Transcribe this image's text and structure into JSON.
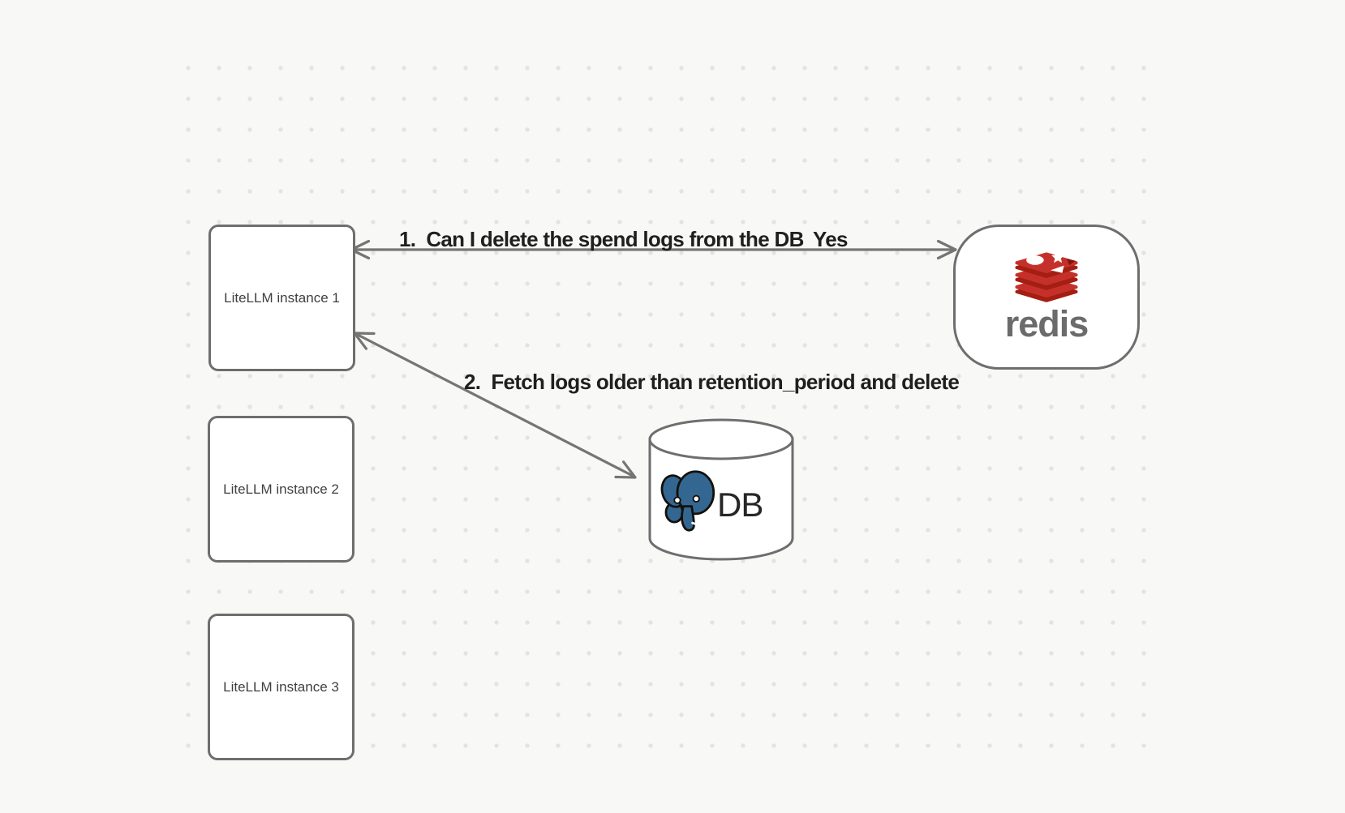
{
  "canvas": {
    "background": "#F8F8F6",
    "dot_color": "#E3E3E1",
    "stroke_gray": "#6E6E6E",
    "label_color": "#1F1F1F"
  },
  "nodes": {
    "instances": [
      {
        "label": "LiteLLM instance 1"
      },
      {
        "label": "LiteLLM instance 2"
      },
      {
        "label": "LiteLLM instance 3"
      }
    ],
    "redis": {
      "wordmark": "redis",
      "icon": "redis-cube-icon",
      "brand_red": "#C6302B",
      "brand_red_dark": "#A41E11",
      "wordmark_gray": "#6B6B6B"
    },
    "db": {
      "label": "DB",
      "icon": "postgresql-elephant-icon",
      "postgres_blue": "#336791"
    }
  },
  "edges": {
    "redis_query": {
      "label": "1.  Can I delete the spend logs from the DB",
      "response": "Yes",
      "direction": "bidirectional"
    },
    "db_cleanup": {
      "label": "2.  Fetch logs older than retention_period and delete",
      "direction": "bidirectional"
    }
  }
}
